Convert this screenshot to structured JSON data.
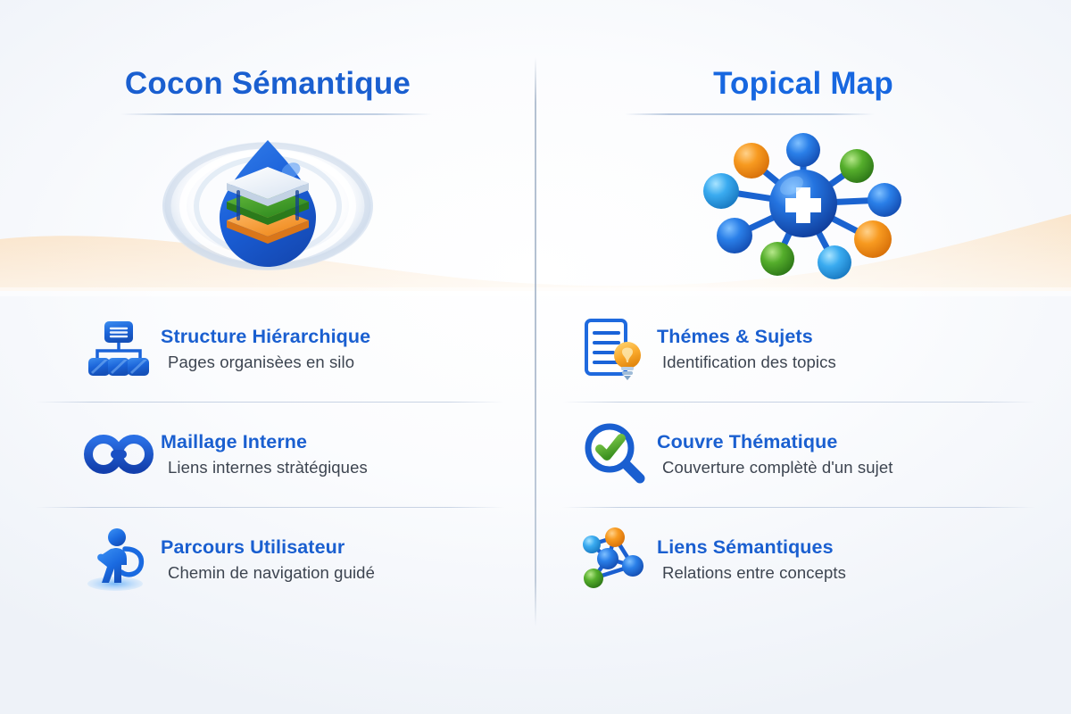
{
  "meta": {
    "background_color": "#eef2f8",
    "accent_blue": "#1a5fd0",
    "wave_color": "#fae4c8"
  },
  "columns": [
    {
      "id": "cocon-semantique",
      "title": "Cocon Sémantique",
      "hero_icon": "layered-cocoon-icon",
      "items": [
        {
          "icon": "hierarchy-tree-icon",
          "title": "Structure Hiérarchique",
          "desc": "Pages organisèes en silo"
        },
        {
          "icon": "chain-link-icon",
          "title": "Maillage Interne",
          "desc": "Liens internes  stràtégiques"
        },
        {
          "icon": "running-person-icon",
          "title": "Parcours Utilisateur",
          "desc": "Chemin de navigation guidé"
        }
      ]
    },
    {
      "id": "topical-map",
      "title": "Topical Map",
      "hero_icon": "hub-and-spoke-network-icon",
      "items": [
        {
          "icon": "document-lightbulb-icon",
          "title": "Thémes & Sujets",
          "desc": "Identification des topics"
        },
        {
          "icon": "magnifier-check-icon",
          "title": "Couvre Thématique",
          "desc": "Couverture complètè d'un sujet"
        },
        {
          "icon": "semantic-network-icon",
          "title": "Liens Sémantiques",
          "desc": "Relations entre concepts"
        }
      ]
    }
  ]
}
